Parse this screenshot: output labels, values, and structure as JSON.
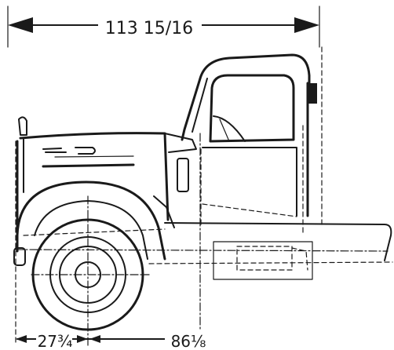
{
  "dimensions": {
    "overall_length": "113 15/16",
    "front_overhang": "27¾",
    "axle_to_cab": "86⅛"
  }
}
